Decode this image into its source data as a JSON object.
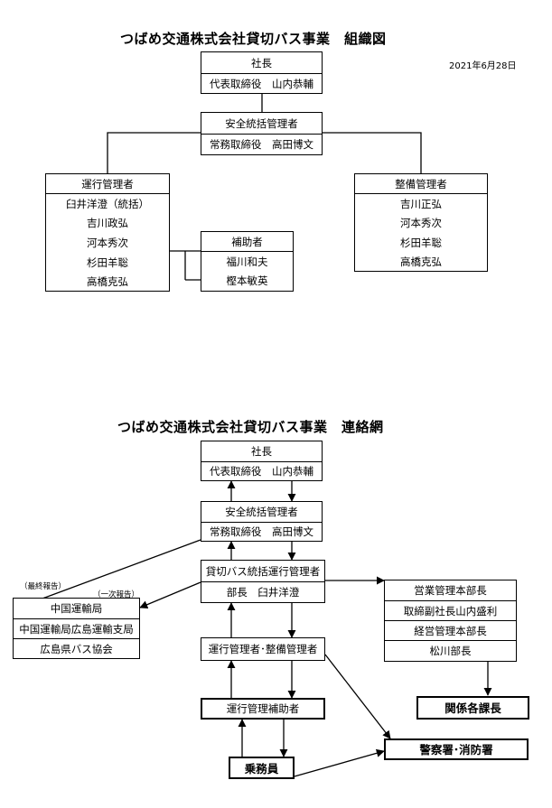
{
  "org": {
    "title": "つばめ交通株式会社貸切バス事業　組織図",
    "date": "2021年6月28日",
    "president": {
      "role": "社長",
      "name": "代表取締役　山内恭輔"
    },
    "safety": {
      "role": "安全統括管理者",
      "name": "常務取締役　高田博文"
    },
    "operations": {
      "role": "運行管理者",
      "members": [
        "臼井洋澄（統括）",
        "吉川政弘",
        "河本秀次",
        "杉田羊聡",
        "高橋克弘"
      ]
    },
    "assistants": {
      "role": "補助者",
      "members": [
        "福川和夫",
        "樫本敏英"
      ]
    },
    "maintenance": {
      "role": "整備管理者",
      "members": [
        "吉川正弘",
        "河本秀次",
        "杉田羊聡",
        "高橋克弘"
      ]
    }
  },
  "contact": {
    "title": "つばめ交通株式会社貸切バス事業　連絡網",
    "president": {
      "role": "社長",
      "name": "代表取締役　山内恭輔"
    },
    "safety": {
      "role": "安全統括管理者",
      "name": "常務取締役　高田博文"
    },
    "chief": {
      "role": "貸切バス統括運行管理者",
      "name": "部長　臼井洋澄"
    },
    "managers": "運行管理者･整備管理者",
    "assistant": "運行管理補助者",
    "crew": "乗務員",
    "authorities": [
      "中国運輸局",
      "中国運輸局広島運輸支局",
      "広島県バス協会"
    ],
    "final_report": "（最終報告）",
    "first_report": "（一次報告）",
    "executives": [
      "営業管理本部長",
      "取締副社長山内盛利",
      "経営管理本部長",
      "松川部長"
    ],
    "departments": "関係各課長",
    "police_fire": "警察署･消防署"
  }
}
